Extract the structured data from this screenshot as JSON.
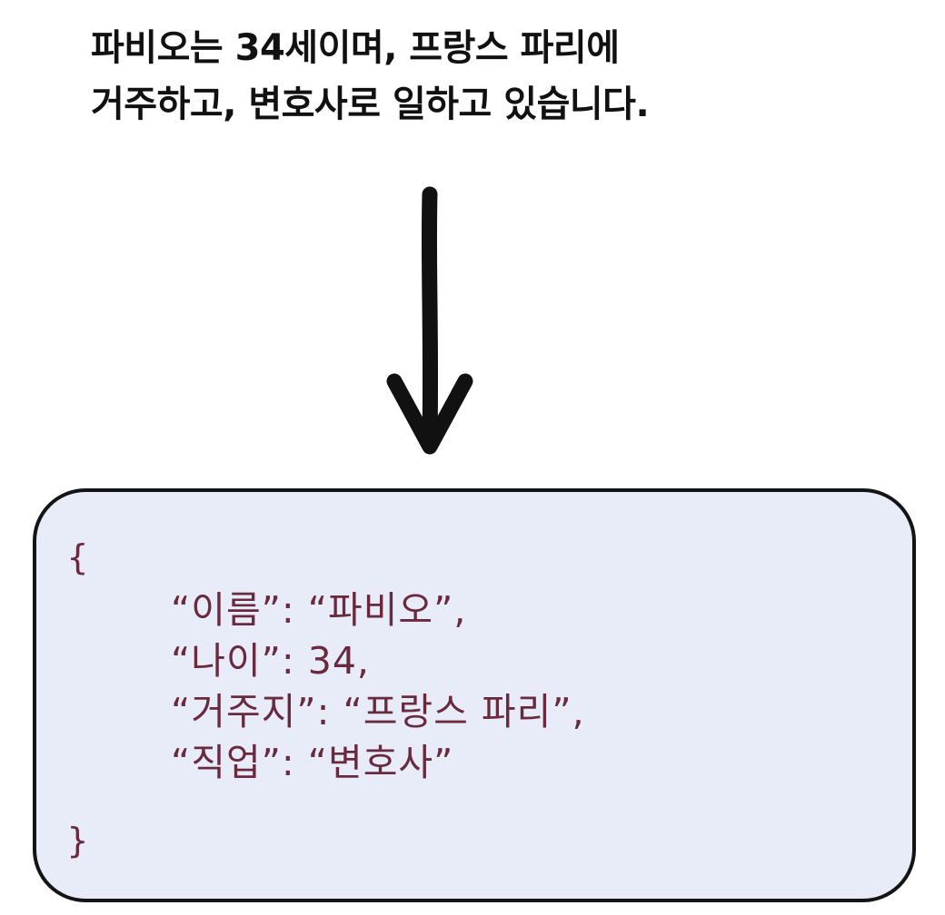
{
  "sentence": {
    "line1": "파비오는 34세이며, 프랑스 파리에",
    "line2": "거주하고, 변호사로 일하고 있습니다."
  },
  "json_box": {
    "open_brace": "{",
    "close_brace": "}",
    "entries": [
      {
        "key": "“이름”:",
        "value": "“파비오”,"
      },
      {
        "key": "“나이”:",
        "value": "34,"
      },
      {
        "key": "“거주지”:",
        "value": "“프랑스 파리”,"
      },
      {
        "key": "“직업”:",
        "value": "“변호사”"
      }
    ]
  },
  "colors": {
    "text": "#111111",
    "json_text": "#6a2a3e",
    "box_fill": "#e8ecf8",
    "box_border": "#141414",
    "arrow": "#111111"
  }
}
